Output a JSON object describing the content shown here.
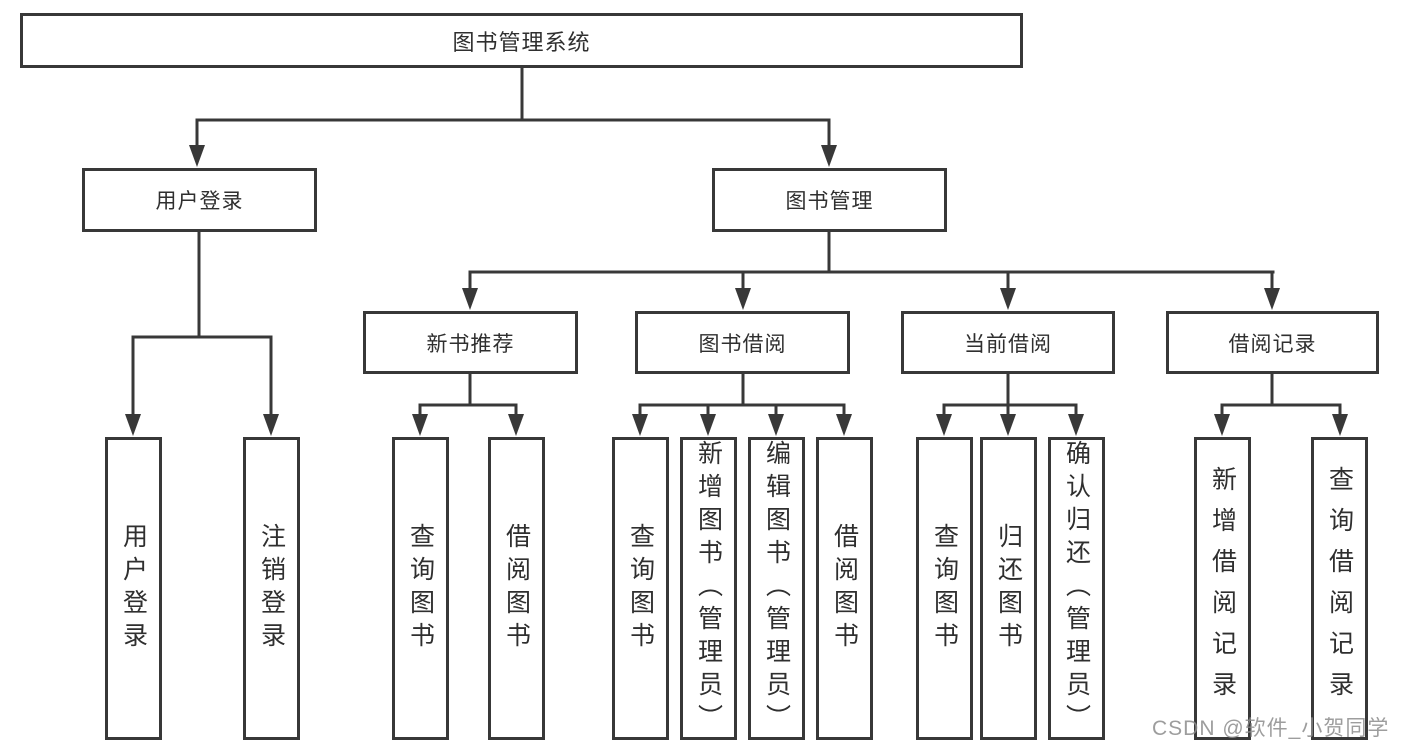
{
  "tree": {
    "label": "图书管理系统",
    "children": [
      {
        "label": "用户登录",
        "children": [
          {
            "label": "用户登录"
          },
          {
            "label": "注销登录"
          }
        ]
      },
      {
        "label": "图书管理",
        "children": [
          {
            "label": "新书推荐",
            "children": [
              {
                "label": "查询图书"
              },
              {
                "label": "借阅图书"
              }
            ]
          },
          {
            "label": "图书借阅",
            "children": [
              {
                "label": "查询图书"
              },
              {
                "label": "新增图书（管理员）"
              },
              {
                "label": "编辑图书（管理员）"
              },
              {
                "label": "借阅图书"
              }
            ]
          },
          {
            "label": "当前借阅",
            "children": [
              {
                "label": "查询图书"
              },
              {
                "label": "归还图书"
              },
              {
                "label": "确认归还（管理员）"
              }
            ]
          },
          {
            "label": "借阅记录",
            "children": [
              {
                "label": "新增借阅记录"
              },
              {
                "label": "查询借阅记录"
              }
            ]
          }
        ]
      }
    ]
  },
  "watermark": {
    "text": "CSDN @软件_小贺同学"
  },
  "colors": {
    "background": "#ffffff",
    "line": "#383838",
    "box_border": "#383838",
    "text": "#2f2f2f",
    "watermark": "#8c8c8c"
  }
}
